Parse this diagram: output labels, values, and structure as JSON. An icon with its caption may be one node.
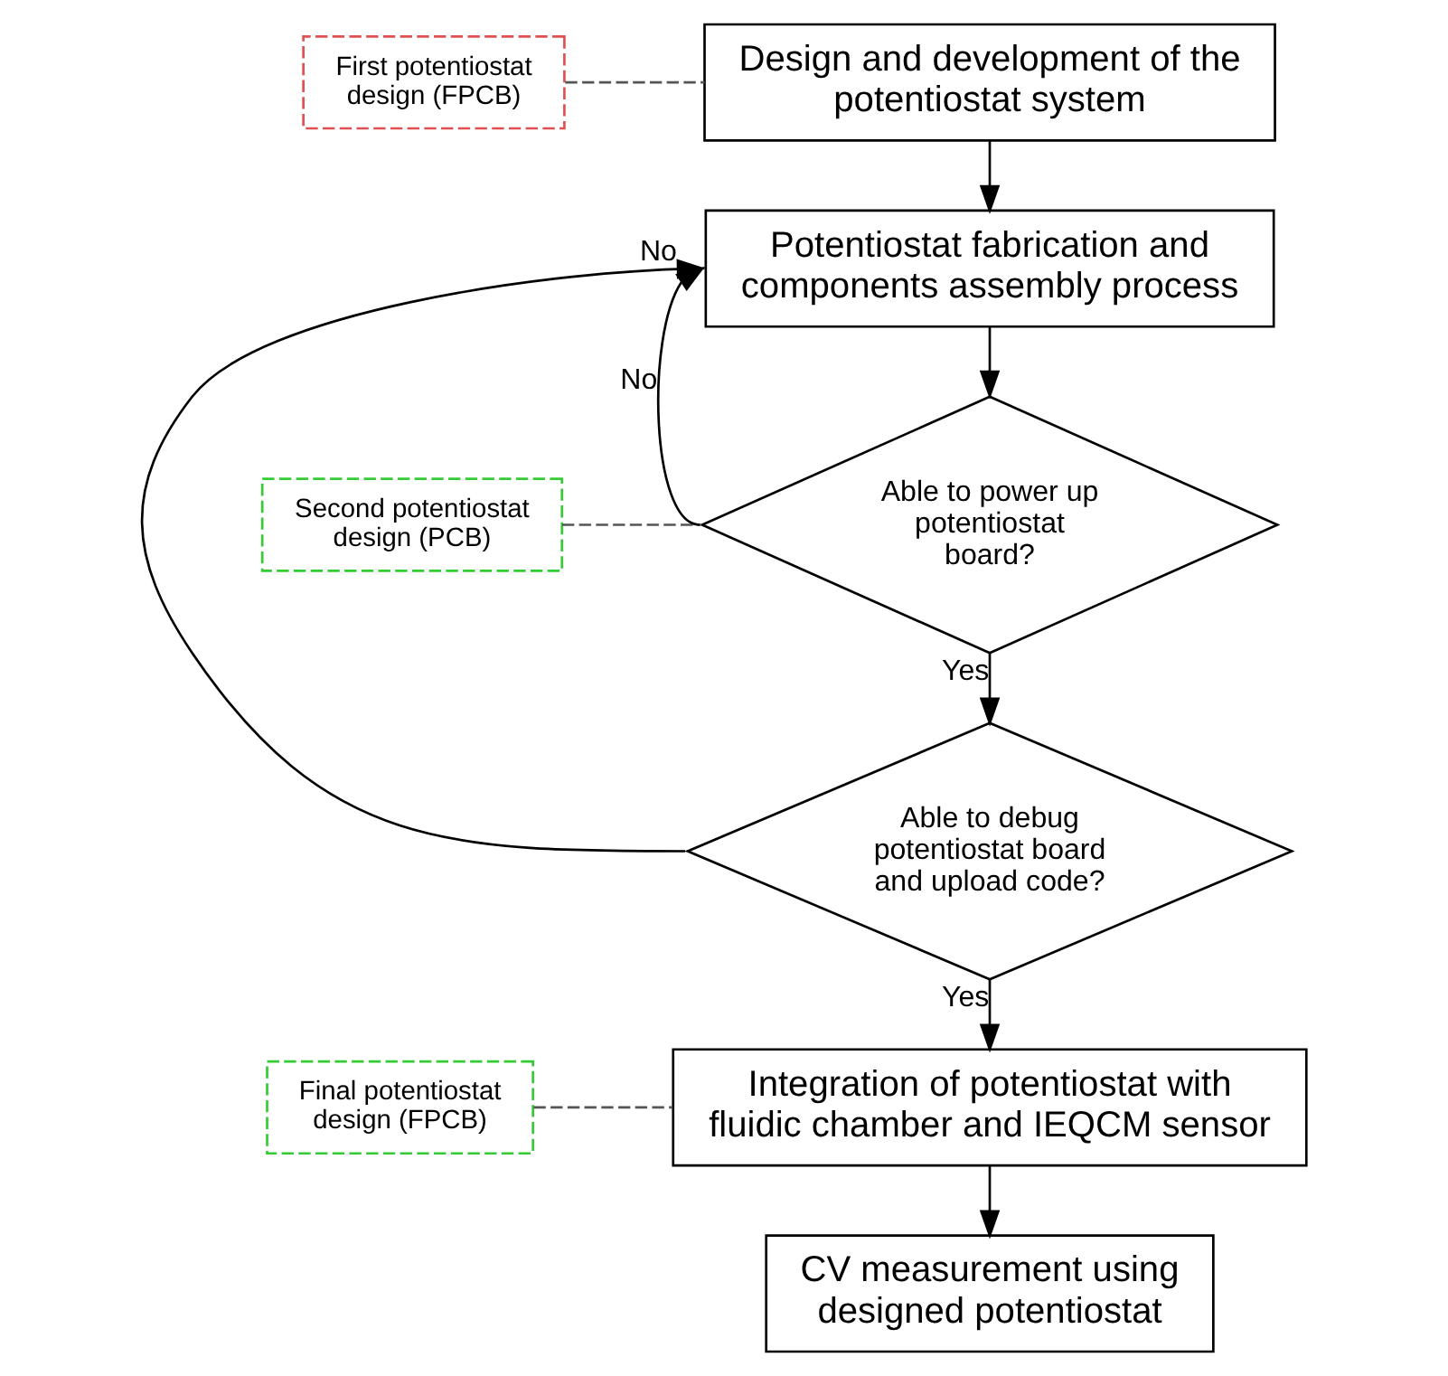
{
  "diagram": {
    "nodes": [
      {
        "text": [
          "First potentiostat design (FPCB)"
        ]
      },
      {
        "text": [
          "Design and development of the potentiostat system"
        ]
      },
      {
        "text": [
          "Potentiostat fabrication and components assembly process"
        ]
      },
      {
        "text": [
          "Second potentiostat design (PCB)"
        ]
      },
      {
        "text": [
          "Able to power up potentiostat board?"
        ]
      },
      {
        "text": [
          "Able to debug potentiostat board and upload code?"
        ]
      },
      {
        "text": [
          "Final potentiostat design (FPCB)"
        ]
      },
      {
        "text": [
          "Integration of potentiostat with fluidic chamber and IEQCM sensor"
        ]
      },
      {
        "text": [
          "CV measurement using designed potentiostat"
        ]
      }
    ],
    "edges": [
      {
        "from": 0,
        "to": 1,
        "arrow": "none",
        "style": "dashed",
        "color": "#555555"
      },
      {
        "from": 1,
        "to": 2,
        "arrow": "to"
      },
      {
        "from": 2,
        "to": 4,
        "arrow": "to"
      },
      {
        "from": 3,
        "to": 4,
        "arrow": "none",
        "style": "dashed",
        "color": "#555555"
      },
      {
        "from": 4,
        "to": 2,
        "arrow": "to",
        "label": "No"
      },
      {
        "from": 4,
        "to": 5,
        "arrow": "to",
        "label": "Yes"
      },
      {
        "from": 5,
        "to": 2,
        "arrow": "to",
        "label": "No"
      },
      {
        "from": 5,
        "to": 7,
        "arrow": "to",
        "label": "Yes"
      },
      {
        "from": 6,
        "to": 7,
        "arrow": "none",
        "style": "dashed",
        "color": "#555555"
      },
      {
        "from": 7,
        "to": 8,
        "arrow": "to"
      }
    ]
  }
}
